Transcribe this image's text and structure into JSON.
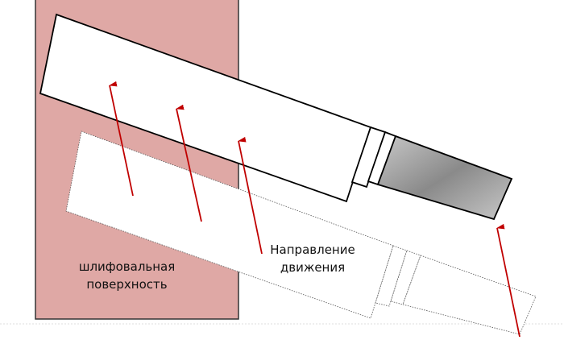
{
  "labels": {
    "surface_line1": "шлифовальная",
    "surface_line2": "поверхность",
    "direction_line1": "Направление",
    "direction_line2": "движения"
  },
  "colors": {
    "surface": "#dfa8a5",
    "arrow": "#c00000",
    "outline": "#000000"
  }
}
